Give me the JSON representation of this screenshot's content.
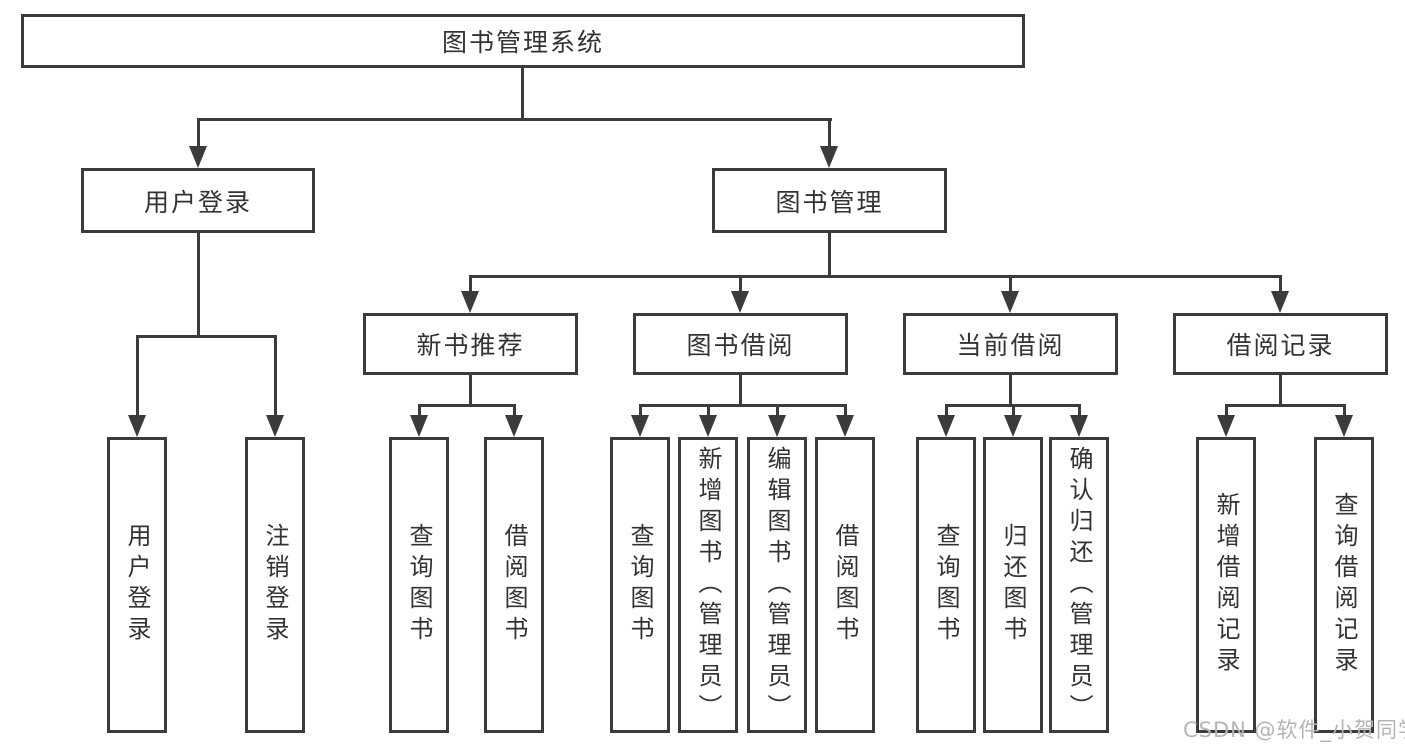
{
  "colors": {
    "line": "#3b3b3b",
    "text": "#333333",
    "background": "#ffffff",
    "watermark": "#b5b5b5"
  },
  "tree": {
    "root": "图书管理系统",
    "children": [
      {
        "label": "用户登录",
        "children": [
          "用户登录",
          "注销登录"
        ]
      },
      {
        "label": "图书管理",
        "children": [
          {
            "label": "新书推荐",
            "children": [
              "查询图书",
              "借阅图书"
            ]
          },
          {
            "label": "图书借阅",
            "children": [
              "查询图书",
              "新增图书（管理员）",
              "编辑图书（管理员）",
              "借阅图书"
            ]
          },
          {
            "label": "当前借阅",
            "children": [
              "查询图书",
              "归还图书",
              "确认归还（管理员）"
            ]
          },
          {
            "label": "借阅记录",
            "children": [
              "新增借阅记录",
              "查询借阅记录"
            ]
          }
        ]
      }
    ]
  },
  "watermark": {
    "text": "CSDN @软件_小贺同学"
  }
}
